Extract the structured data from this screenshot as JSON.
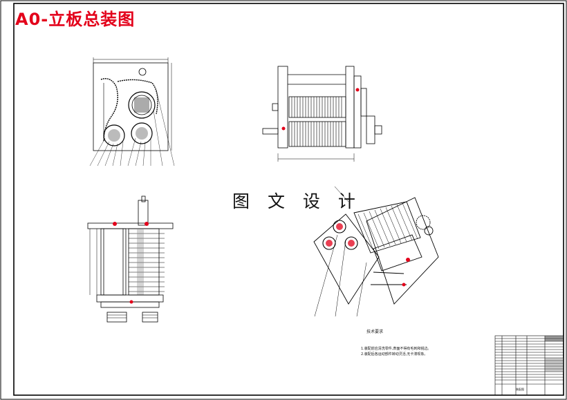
{
  "drawing": {
    "title": "A0-立板总装图",
    "watermark": "图 文 设 计"
  },
  "technical_notes": {
    "heading": "技术要求",
    "lines": [
      "1.装配前应清洗零件,表面不得有毛刺和锐边。",
      "2.装配后各运动部件转动灵活,无卡滞现象。"
    ]
  },
  "title_block": {
    "drawing_name": "装配图"
  },
  "colors": {
    "line": "#000000",
    "accent_red": "#e3001a",
    "cross_section": "#555555"
  }
}
